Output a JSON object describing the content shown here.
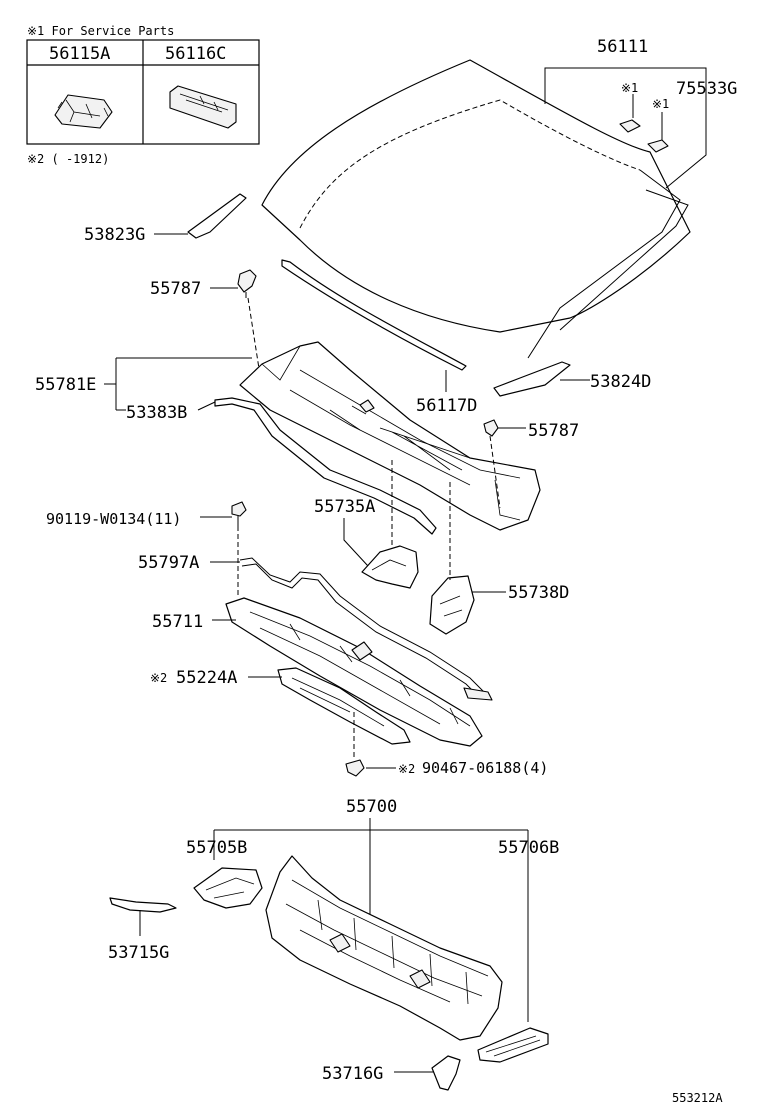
{
  "service_note": {
    "title": "※1 For Service Parts",
    "col1": "56115A",
    "col2": "56116C",
    "footnote": "※2 (      -1912)"
  },
  "labels": {
    "p56111": "56111",
    "p75533G": "75533G",
    "mark1a": "※1",
    "mark1b": "※1",
    "p53823G": "53823G",
    "p55787a": "55787",
    "p55781E": "55781E",
    "p53383B": "53383B",
    "p56117D": "56117D",
    "p53824D": "53824D",
    "p55787b": "55787",
    "p90119": "90119-W0134(11)",
    "p55735A": "55735A",
    "p55797A": "55797A",
    "p55738D": "55738D",
    "p55711": "55711",
    "p55224A": "55224A",
    "mark2a": "※2",
    "p90467": "90467-06188(4)",
    "mark2b": "※2",
    "p55700": "55700",
    "p55705B": "55705B",
    "p55706B": "55706B",
    "p53715G": "53715G",
    "p53716G": "53716G",
    "drawing_no": "553212A"
  }
}
